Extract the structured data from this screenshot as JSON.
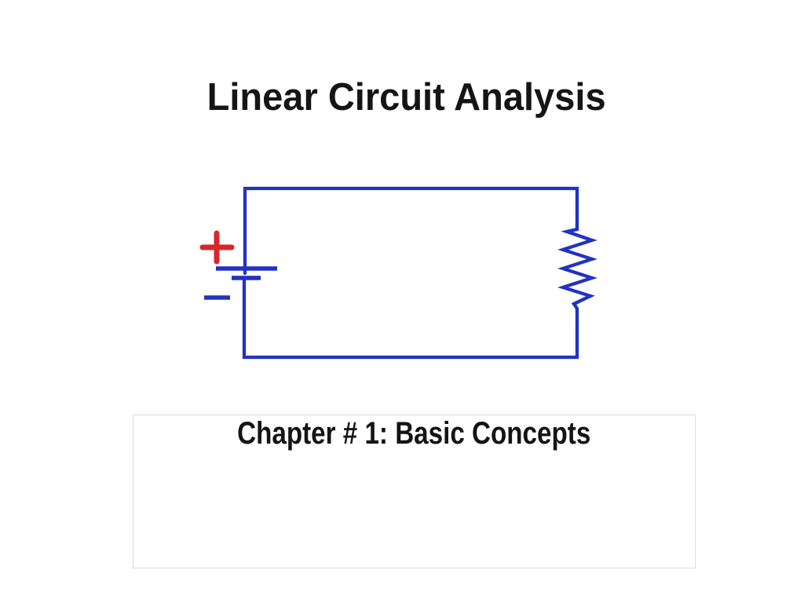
{
  "slide": {
    "title": "Linear Circuit Analysis",
    "caption_box": {
      "heading": "Chapter # 1: Basic Concepts"
    }
  },
  "circuit_diagram": {
    "description": "Series DC circuit: an ideal voltage source (battery symbol with + and − polarity marks) connected by a rectangular wire loop to a single zigzag resistor on the right side",
    "components": {
      "voltage_source": {
        "label": "battery",
        "positive_terminal": "+",
        "negative_terminal": "−"
      },
      "resistor": {
        "label": "resistor"
      }
    },
    "colors": {
      "wire": "#2133c1",
      "terminal_positive": "#d8262a",
      "caption_border": "#dcdcdc",
      "text": "#151515"
    }
  }
}
